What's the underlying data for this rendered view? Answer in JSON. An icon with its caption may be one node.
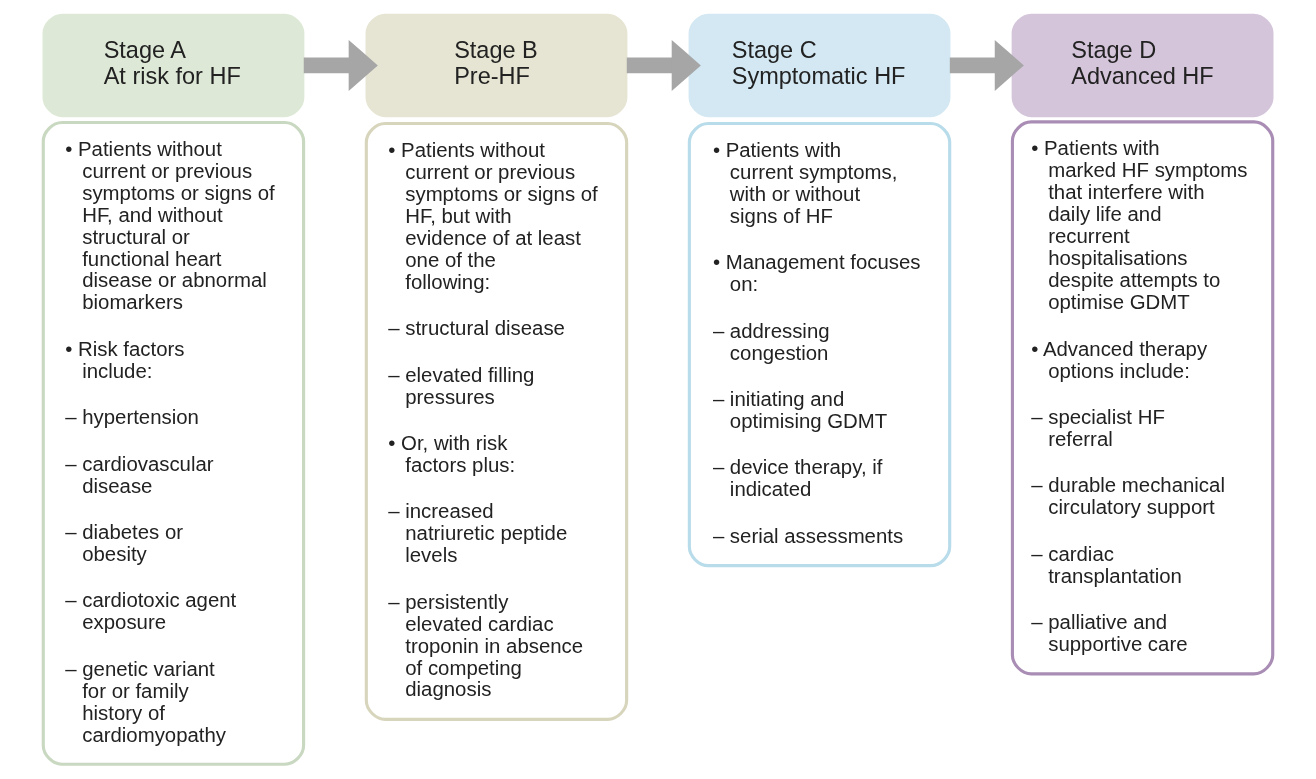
{
  "diagram": {
    "nodes": [
      {
        "text": [
          "Stage A",
          "At risk for HF"
        ]
      },
      {
        "text": [
          "• Patients without current or previous symptoms or signs of HF, and without structural or functional heart disease or abnormal biomarkers",
          "• Risk factors include:",
          "– hypertension",
          "– cardiovascular disease",
          "– diabetes or obesity",
          "– cardiotoxic agent exposure",
          "– genetic variant for or family history of cardiomyopathy"
        ]
      },
      {
        "text": [
          "Stage B",
          "Pre-HF"
        ]
      },
      {
        "text": [
          "• Patients without current or previous symptoms or signs of HF, but with evidence of at least one of the following:",
          "– structural disease",
          "– elevated filling pressures",
          "• Or, with risk factors plus:",
          "– increased natriuretic peptide levels",
          "– persistently elevated cardiac troponin in absence of competing diagnosis"
        ]
      },
      {
        "text": [
          "Stage C",
          "Symptomatic HF"
        ]
      },
      {
        "text": [
          "• Patients with current symptoms, with or without signs of HF",
          "• Management focuses on:",
          "– addressing congestion",
          "– initiating and optimising GDMT",
          "– device therapy, if indicated",
          "– serial assessments"
        ]
      },
      {
        "text": [
          "Stage D",
          "Advanced HF"
        ]
      },
      {
        "text": [
          "• Patients with marked HF symptoms that interfere with daily life and recurrent hospitalisations despite attempts to optimise GDMT",
          "• Advanced therapy options include:",
          "– specialist HF referral",
          "– durable mechanical circulatory support",
          "– cardiac transplantation",
          "– palliative and supportive care"
        ]
      }
    ],
    "edges": [
      {
        "from": 0,
        "to": 2,
        "arrow": "to"
      },
      {
        "from": 2,
        "to": 4,
        "arrow": "to"
      },
      {
        "from": 4,
        "to": 6,
        "arrow": "to"
      }
    ]
  }
}
